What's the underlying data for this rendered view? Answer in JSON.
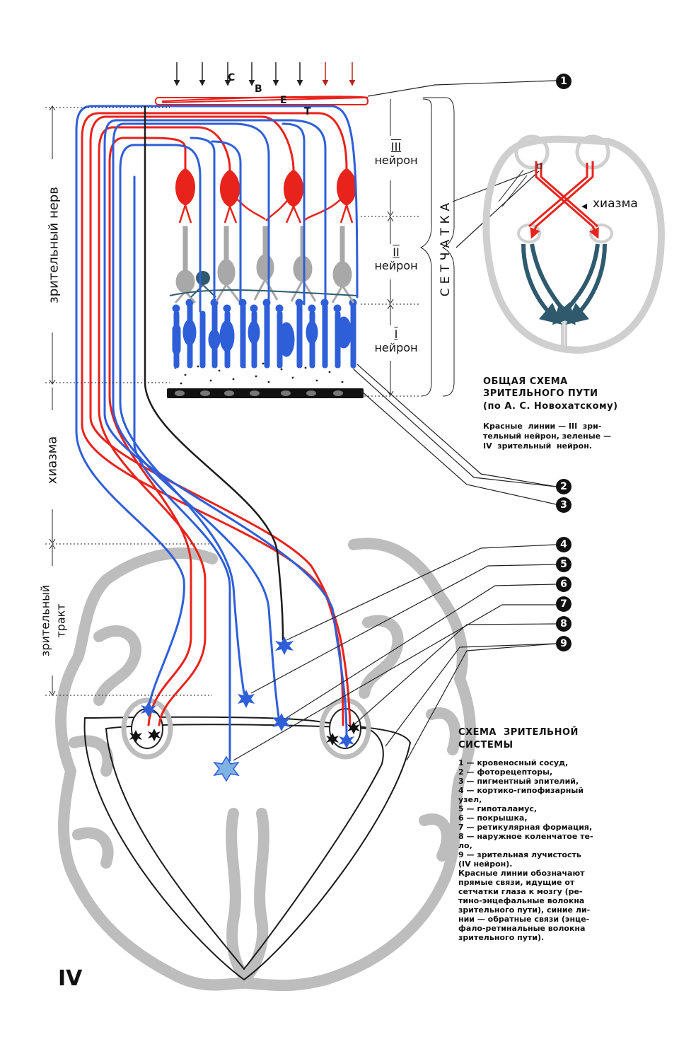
{
  "top_label": {
    "letters": [
      "С",
      "В",
      "Е",
      "Т"
    ]
  },
  "callouts": [
    "1",
    "2",
    "3",
    "4",
    "5",
    "6",
    "7",
    "8",
    "9"
  ],
  "vertical_labels": {
    "optic_nerve": "зрительный   нерв",
    "chiasm": "хиазма",
    "tract_line1": "зрительный",
    "tract_line2": "тракт",
    "retina": "СЕТЧАТКА"
  },
  "neuron_labels": {
    "n3_roman": "III",
    "n2_roman": "II",
    "n1_roman": "I",
    "word": "нейрон"
  },
  "inset": {
    "chiasm_label": "хиазма"
  },
  "general_scheme": {
    "title_line1": "ОБЩАЯ СХЕМА",
    "title_line2": "ЗРИТЕЛЬНОГО ПУТИ",
    "title_line3": "(по А. С. Новохатскому)",
    "note_line1": "Красные  линии — III  зри-",
    "note_line2": "тельный нейрон, зеленые —",
    "note_line3": "IV  зрительный  нейрон."
  },
  "system_scheme": {
    "title_line1": "СХЕМА  ЗРИТЕЛЬНОЙ",
    "title_line2": "СИСТЕМЫ",
    "legend": [
      "1 — кровеносный сосуд,",
      "2 — фоторецепторы,",
      "3 — пигментный эпителий,",
      "4  —  кортико-гипофизарный",
      "узел,",
      "5 — гипоталамус,",
      "6 — покрышка,",
      "7 — ретикулярная формация,",
      "8 — наружное коленчатое те-",
      "ло,",
      "9  —  зрительная    лучистость",
      "(IV  нейрон).",
      "Красные  линии  обозначают",
      "прямые  связи,  идущие  от",
      "сетчатки  глаза  к  мозгу  (ре-",
      "тино-энцефальные    волокна",
      "зрительного  пути),  синие  ли-",
      "нии — обратные связи (энце-",
      "фало-ретинальные    волокна",
      "зрительного  пути)."
    ]
  },
  "page_number": "IV",
  "colors": {
    "red": "#e8231c",
    "blue": "#2f5fd8",
    "gray": "#a8a8a8",
    "dark": "#1b1b1b",
    "teal": "#2f5a6e"
  }
}
